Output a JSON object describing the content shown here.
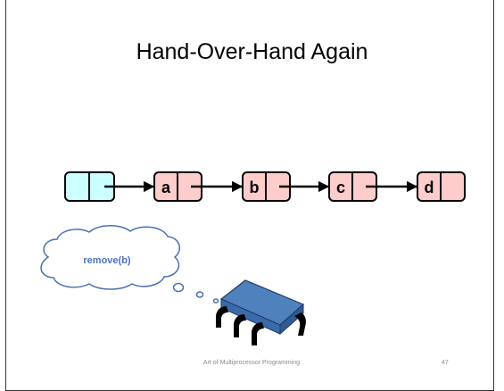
{
  "slide": {
    "title": "Hand-Over-Hand Again",
    "footer": "Art of Multiprocessor Programming",
    "page_number": "47"
  },
  "list": {
    "nodes": [
      {
        "label": "",
        "role": "head",
        "fill": "#ccffff"
      },
      {
        "label": "a",
        "role": "node",
        "fill": "#ffcccc"
      },
      {
        "label": "b",
        "role": "node",
        "fill": "#ffcccc"
      },
      {
        "label": "c",
        "role": "node",
        "fill": "#ffcccc"
      },
      {
        "label": "d",
        "role": "node",
        "fill": "#ffcccc"
      }
    ]
  },
  "thought": {
    "text": "remove(b)",
    "text_color": "#4f6fc4",
    "cloud_fill": "#ffffff",
    "cloud_stroke": "#4a6fb5"
  },
  "processor": {
    "icon": "processor-chip-icon",
    "fill": "#4f81bd"
  }
}
